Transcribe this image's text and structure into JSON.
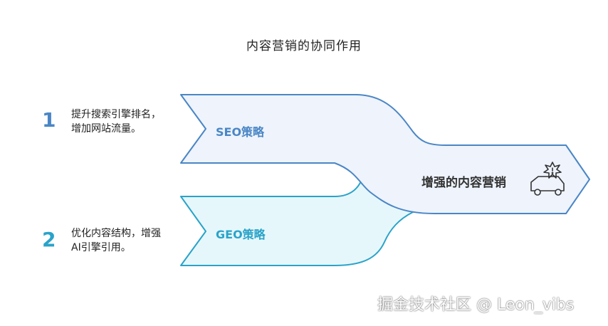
{
  "title": "内容营销的协同作用",
  "steps": [
    {
      "number": "1",
      "description_line1": "提升搜索引擎排名，",
      "description_line2": "增加网站流量。",
      "color": "#4a86c5"
    },
    {
      "number": "2",
      "description_line1": "优化内容结构，增强",
      "description_line2": "AI引擎引用。",
      "color": "#2aa3c9"
    }
  ],
  "arrows": {
    "seo_label": "SEO策略",
    "geo_label": "GEO策略",
    "output_label": "增强的内容营销",
    "output_icon": "car-sparkle-icon"
  },
  "colors": {
    "seo_fill": "#eef3fc",
    "seo_stroke": "#4a86c5",
    "geo_fill": "#e6f7fb",
    "geo_stroke": "#2aa3c9",
    "seo_text": "#4a86c5",
    "geo_text": "#2aa3c9"
  },
  "watermark": "掘金技术社区 @ Leon_vibs"
}
